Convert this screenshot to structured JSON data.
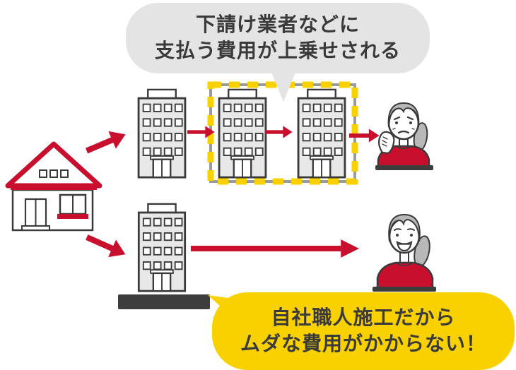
{
  "top_bubble": {
    "line1": "下請け業者などに",
    "line2": "支払う費用が上乗せされる"
  },
  "bottom_bubble": {
    "line1": "自社職人施工だから",
    "line2": "ムダな費用がかからない！"
  },
  "colors": {
    "accent_red": "#c8102e",
    "highlight_yellow": "#f9d000",
    "bubble_gray": "#e4e4e4",
    "building_gray": "#e8e8e8",
    "outline_dark": "#3a3a3a",
    "hair_gray": "#b8b8b8",
    "dash_gap_gray": "#9b9b9b",
    "shadow_dark": "#3d3d3d"
  },
  "icons": {
    "house": "customer-house-icon",
    "contractor_building": "contractor-building-icon",
    "subcontractor_buildings": "subcontractor-building-icons",
    "company_building": "direct-company-building-icon",
    "worried_person": "worried-elderly-woman-icon",
    "happy_person": "happy-elderly-woman-icon",
    "arrow": "red-arrow-icon",
    "highlight_box": "yellow-dashed-highlight-box"
  }
}
